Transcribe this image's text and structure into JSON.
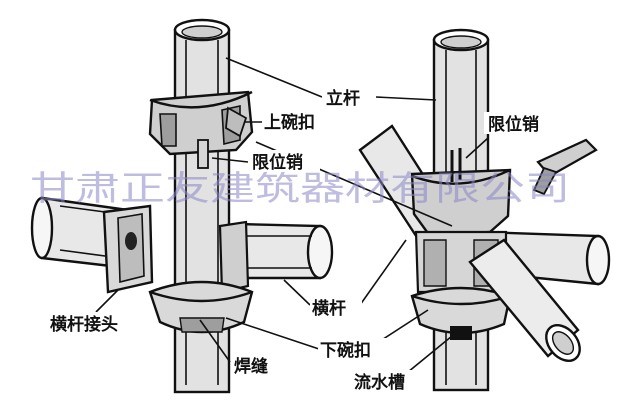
{
  "labels": {
    "upright": "立杆",
    "upper_bowl": "上碗扣",
    "limit_pin_left": "限位销",
    "limit_pin_right": "限位销",
    "crossbar": "横杆",
    "crossbar_joint": "横杆接头",
    "lower_bowl": "下碗扣",
    "weld": "焊缝",
    "drain_slot": "流水槽"
  },
  "watermark": "甘肃正友建筑器材有限公司"
}
